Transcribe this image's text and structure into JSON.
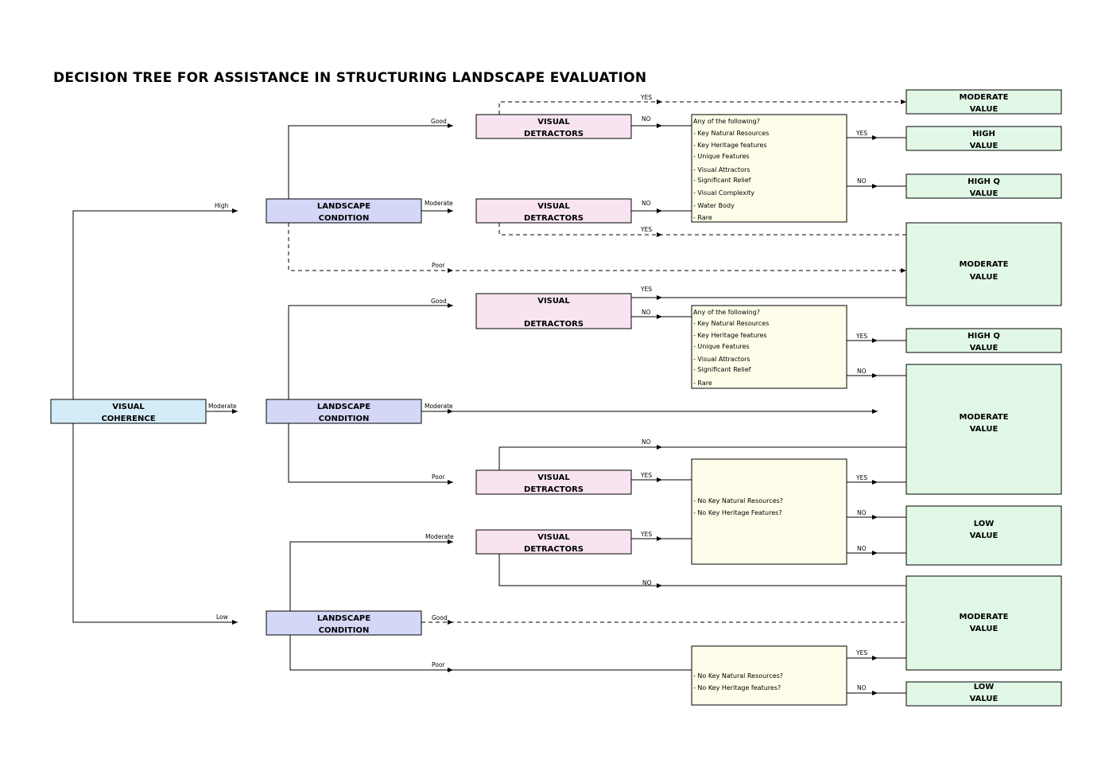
{
  "title": "DECISION TREE FOR ASSISTANCE IN STRUCTURING LANDSCAPE EVALUATION",
  "colors": {
    "coherence": "#d4ecf7",
    "condition": "#d5d7f7",
    "detractors": "#f7e4f0",
    "question": "#fdfde9",
    "value": "#e2f8e6"
  },
  "nodes": {
    "visual_coherence": [
      "VISUAL",
      "COHERENCE"
    ],
    "lc_high": [
      "LANDSCAPE",
      "CONDITION"
    ],
    "lc_moderate": [
      "LANDSCAPE",
      "CONDITION"
    ],
    "lc_low": [
      "LANDSCAPE",
      "CONDITION"
    ],
    "vd_1": [
      "VISUAL",
      "DETRACTORS"
    ],
    "vd_2": [
      "VISUAL",
      "DETRACTORS"
    ],
    "vd_3": [
      "VISUAL",
      "DETRACTORS"
    ],
    "vd_4": [
      "VISUAL",
      "DETRACTORS"
    ],
    "vd_5": [
      "VISUAL",
      "DETRACTORS"
    ],
    "v_1": [
      "MODERATE",
      "VALUE"
    ],
    "v_2": [
      "HIGH",
      "VALUE"
    ],
    "v_3": [
      "HIGH Q",
      "VALUE"
    ],
    "v_4": [
      "MODERATE",
      "VALUE"
    ],
    "v_5": [
      "HIGH Q",
      "VALUE"
    ],
    "v_6": [
      "MODERATE",
      "VALUE"
    ],
    "v_7": [
      "LOW",
      "VALUE"
    ],
    "v_8": [
      "MODERATE",
      "VALUE"
    ],
    "v_9": [
      "LOW",
      "VALUE"
    ]
  },
  "questions": {
    "q1": [
      "Any of the following?",
      "-  Key Natural Resources",
      "-  Key Heritage features",
      "-  Unique Features",
      "-  Visual Attractors",
      "-  Significant Relief",
      "-  Visual Complexity",
      "-  Water Body",
      "-  Rare"
    ],
    "q2": [
      "Any of the following?",
      "-  Key Natural Resources",
      "-  Key Heritage features",
      "-  Unique Features",
      "-  Visual Attractors",
      "-  Significant Relief",
      "-  Rare"
    ],
    "q3": [
      "-  No Key Natural Resources?",
      "-  No Key Heritage Features?"
    ],
    "q4": [
      "-  No Key Natural Resources?",
      "-  No Key Heritage features?"
    ]
  },
  "edge_labels": {
    "high": "High",
    "moderate": "Moderate",
    "low": "Low",
    "good": "Good",
    "poor": "Poor",
    "yes": "YES",
    "no": "NO"
  }
}
